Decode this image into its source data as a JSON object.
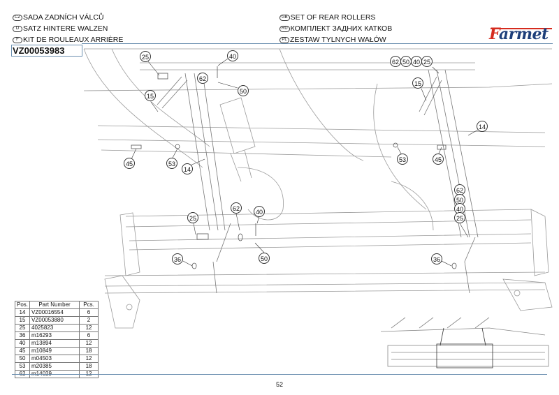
{
  "header": {
    "titles_left": [
      {
        "lang": "CZ",
        "text": "SADA ZADNÍCH VÁLCŮ"
      },
      {
        "lang": "D",
        "text": "SATZ HINTERE WALZEN"
      },
      {
        "lang": "F",
        "text": "KIT DE ROULEAUX ARRIÈRE"
      }
    ],
    "titles_right": [
      {
        "lang": "GB",
        "text": "SET OF REAR ROLLERS"
      },
      {
        "lang": "RU",
        "text": "КОМПЛЕКТ ЗАДНИХ КАТКОВ"
      },
      {
        "lang": "PL",
        "text": "ZESTAW TYLNYCH WAŁÓW"
      }
    ],
    "kit_code": "VZ00053983",
    "logo": {
      "first_letter": "F",
      "rest": "armet",
      "red": "#d52b1e",
      "blue": "#1e3f7a"
    }
  },
  "callouts": {
    "top_left": [
      "25",
      "62",
      "40",
      "50",
      "15",
      "45",
      "53",
      "14"
    ],
    "top_right_group": [
      "62",
      "50",
      "40",
      "25"
    ],
    "top_right": [
      "15",
      "14",
      "53",
      "45"
    ],
    "middle": [
      "25",
      "62",
      "40",
      "50",
      "36"
    ],
    "right_stack": [
      "62",
      "50",
      "40",
      "25"
    ],
    "right": [
      "36"
    ]
  },
  "parts_table": {
    "headers": [
      "Pos.",
      "Part Number",
      "Pcs."
    ],
    "rows": [
      [
        "14",
        "VZ00016554",
        "6"
      ],
      [
        "15",
        "VZ00053880",
        "2"
      ],
      [
        "25",
        "4025823",
        "12"
      ],
      [
        "36",
        "m16293",
        "6"
      ],
      [
        "40",
        "m13894",
        "12"
      ],
      [
        "45",
        "m10849",
        "18"
      ],
      [
        "50",
        "m04503",
        "12"
      ],
      [
        "53",
        "m20385",
        "18"
      ],
      [
        "62",
        "m14029",
        "12"
      ]
    ]
  },
  "footer": {
    "page_number": "52"
  },
  "colors": {
    "rule": "#6b8fb0",
    "line_art": "#9a9a9a"
  }
}
